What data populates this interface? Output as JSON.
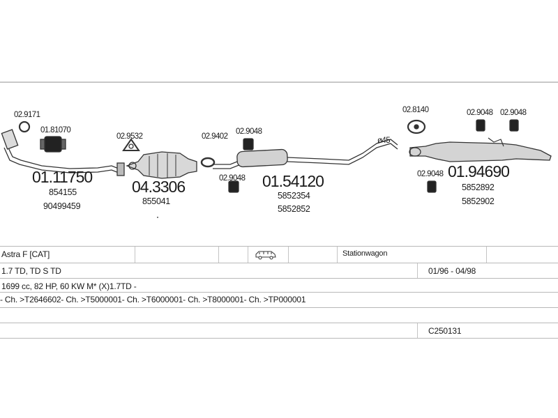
{
  "parts": {
    "p1_ring": "02.9171",
    "p1_flange": "01.81070",
    "p1_main": "01.11750",
    "p1_oe1": "854155",
    "p1_oe2": "90499459",
    "p2_gasket": "02.9532",
    "p2_main": "04.3306",
    "p2_oe1": "855041",
    "p3_clamp": "02.9402",
    "p3_hanger_top": "02.9048",
    "p3_hanger_bottom": "02.9048",
    "p3_main": "01.54120",
    "p3_oe1": "5852354",
    "p3_oe2": "5852852",
    "diameter": "ø45",
    "p4_clamp": "02.8140",
    "p4_hanger_a": "02.9048",
    "p4_hanger_b": "02.9048",
    "p4_hanger_low": "02.9048",
    "p4_main": "01.94690",
    "p4_oe1": "5852892",
    "p4_oe2": "5852902"
  },
  "vehicle": {
    "model": "Astra F  [CAT]",
    "body_icon": "station-wagon-car-icon",
    "body_type": "Stationwagon",
    "engine": "1.7 TD, TD S TD",
    "years": "01/96 - 04/98",
    "spec": "1699 cc, 82 HP, 60 KW M* (X)1.7TD -",
    "chassis": "- Ch. >T2646602- Ch. >T5000001- Ch. >T6000001- Ch. >T8000001- Ch. >TP000001",
    "code": "C250131"
  }
}
